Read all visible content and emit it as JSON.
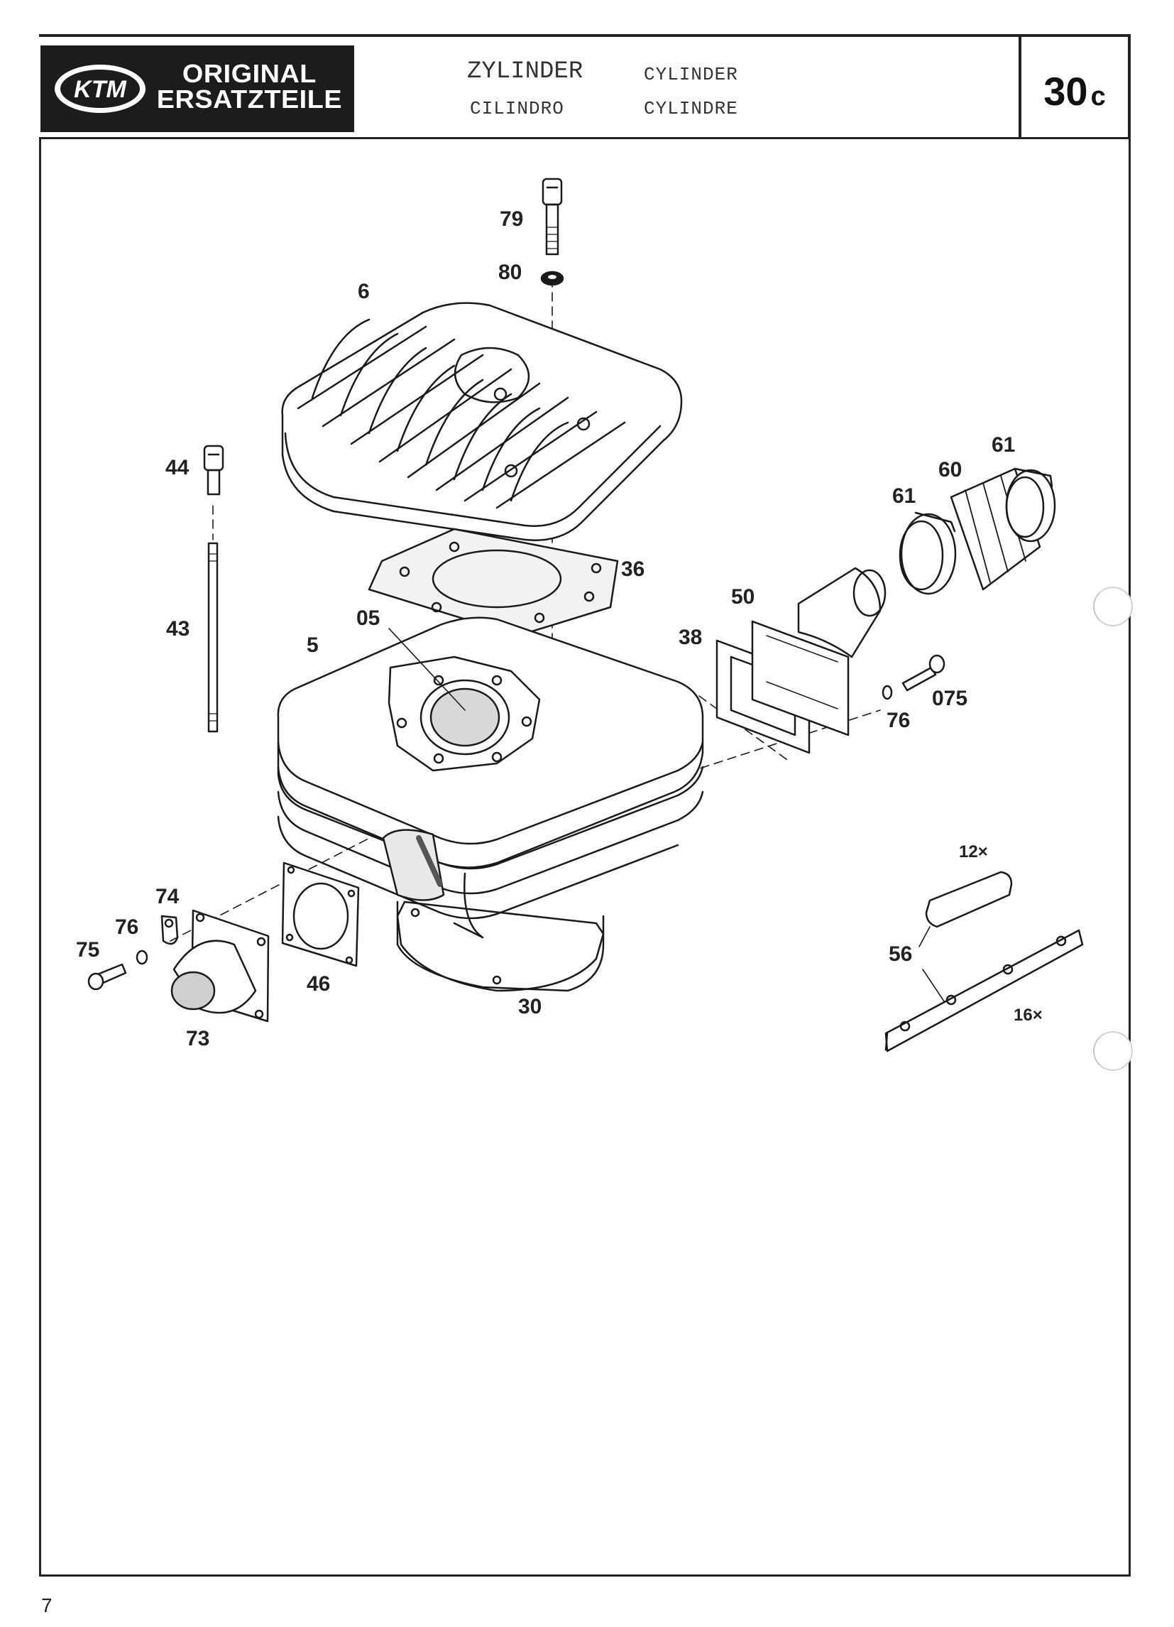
{
  "header": {
    "brand_logo": "KTM",
    "brand_line1": "ORIGINAL",
    "brand_line2": "ERSATZTEILE",
    "title_de": "ZYLINDER",
    "title_en": "CYLINDER",
    "title_it": "CILINDRO",
    "title_fr": "CYLINDRE",
    "page_number": "30",
    "page_suffix": "c"
  },
  "callouts": {
    "c79": "79",
    "c80": "80",
    "c6": "6",
    "c44": "44",
    "c43": "43",
    "c36": "36",
    "c05": "05",
    "c5": "5",
    "c61a": "61",
    "c60": "60",
    "c61b": "61",
    "c50": "50",
    "c38": "38",
    "c76a": "76",
    "c075": "075",
    "c74": "74",
    "c76b": "76",
    "c75": "75",
    "c73": "73",
    "c46": "46",
    "c30": "30",
    "c12x": "12×",
    "c56": "56",
    "c16x": "16×"
  },
  "footer": {
    "sheet_number": "7"
  },
  "colors": {
    "ink": "#1a1a1a",
    "paper": "#ffffff",
    "brand_block": "#1c1c1c"
  }
}
